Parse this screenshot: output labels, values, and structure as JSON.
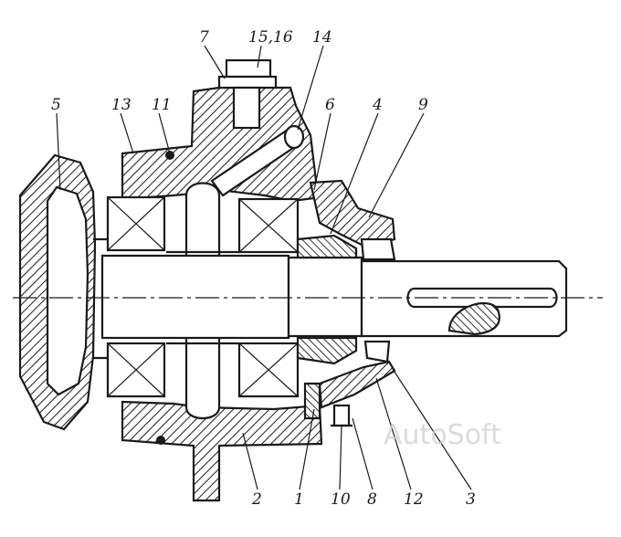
{
  "labels": {
    "n7": "7",
    "n1516": "15,16",
    "n14": "14",
    "n5": "5",
    "n13": "13",
    "n11": "11",
    "n6": "6",
    "n4": "4",
    "n9": "9",
    "n2": "2",
    "n1": "1",
    "n10": "10",
    "n8": "8",
    "n12": "12",
    "n3": "3"
  },
  "watermark": "AutoSoft",
  "colors": {
    "ink": "#1a1a1a",
    "paper": "#ffffff",
    "watermark": "#cfcfcf"
  }
}
